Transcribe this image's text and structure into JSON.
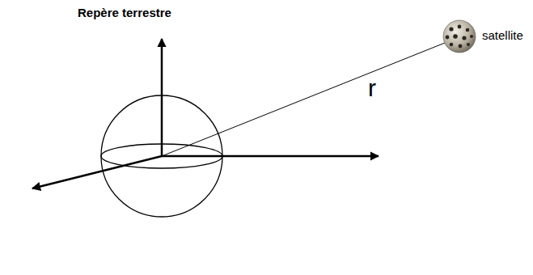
{
  "diagram": {
    "labels": [
      "Repère terrestre",
      "r",
      "satellite"
    ]
  }
}
